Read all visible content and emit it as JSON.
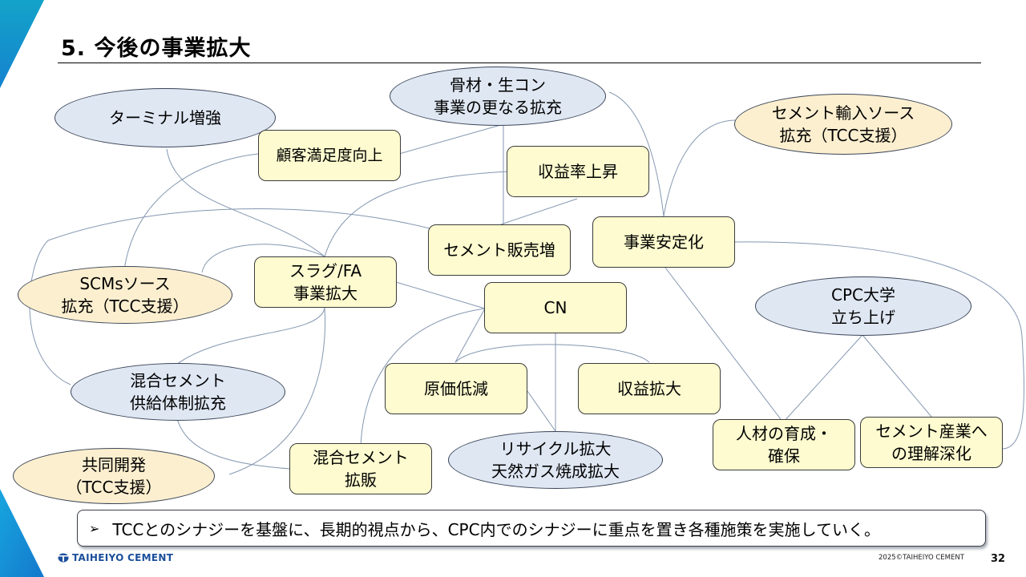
{
  "slide": {
    "title": "5. 今後の事業拡大",
    "page_number": "32",
    "copyright": "2025©TAIHEIYO CEMENT",
    "logo_text": "TAIHEIYO CEMENT",
    "accent_color": "#1aa0d8"
  },
  "nodes": {
    "terminal": "ターミナル増強",
    "aggregate": "骨材・生コン\n事業の更なる拡充",
    "cement_import": "セメント輸入ソース\n拡充（TCC支援）",
    "customer_satisfaction": "顧客満足度向上",
    "profit_rate": "収益率上昇",
    "cement_sales": "セメント販売増",
    "business_stability": "事業安定化",
    "scms": "SCMsソース\n拡充（TCC支援）",
    "slag_fa": "スラグ/FA\n事業拡大",
    "cn": "CN",
    "cpc_university": "CPC大学\n立ち上げ",
    "blended_supply": "混合セメント\n供給体制拡充",
    "cost_reduction": "原価低減",
    "profit_expansion": "収益拡大",
    "talent": "人材の育成・\n確保",
    "industry_understanding": "セメント産業へ\nの理解深化",
    "joint_development": "共同開発\n（TCC支援）",
    "blended_sales": "混合セメント\n拡販",
    "recycle": "リサイクル拡大\n天然ガス焼成拡大"
  },
  "banner": {
    "bullet_icon": "arrow-bullet-icon",
    "text": "TCCとのシナジーを基盤に、長期的視点から、CPC内でのシナジーに重点を置き各種施策を実施していく。"
  },
  "colors": {
    "box_fill": "#fdfbcf",
    "ellipse_blue_fill": "#dfe7f3",
    "ellipse_beige_fill": "#fcefcf",
    "connector": "#8497b0"
  }
}
